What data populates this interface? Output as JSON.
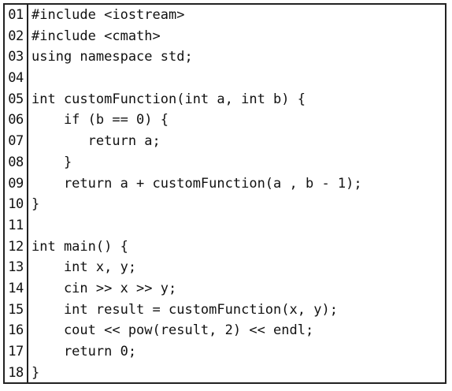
{
  "code": {
    "lines": [
      {
        "num": "01",
        "text": "#include <iostream>"
      },
      {
        "num": "02",
        "text": "#include <cmath>"
      },
      {
        "num": "03",
        "text": "using namespace std;"
      },
      {
        "num": "04",
        "text": ""
      },
      {
        "num": "05",
        "text": "int customFunction(int a, int b) {"
      },
      {
        "num": "06",
        "text": "    if (b == 0) {"
      },
      {
        "num": "07",
        "text": "       return a;"
      },
      {
        "num": "08",
        "text": "    }"
      },
      {
        "num": "09",
        "text": "    return a + customFunction(a , b - 1);"
      },
      {
        "num": "10",
        "text": "}"
      },
      {
        "num": "11",
        "text": ""
      },
      {
        "num": "12",
        "text": "int main() {"
      },
      {
        "num": "13",
        "text": "    int x, y;"
      },
      {
        "num": "14",
        "text": "    cin >> x >> y;"
      },
      {
        "num": "15",
        "text": "    int result = customFunction(x, y);"
      },
      {
        "num": "16",
        "text": "    cout << pow(result, 2) << endl;"
      },
      {
        "num": "17",
        "text": "    return 0;"
      },
      {
        "num": "18",
        "text": "}"
      }
    ]
  }
}
